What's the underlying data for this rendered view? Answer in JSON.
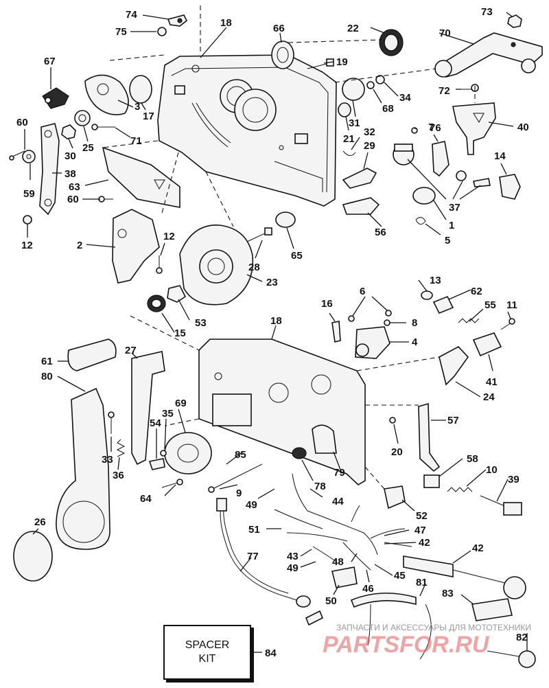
{
  "spacer_kit": {
    "line1": "SPACER",
    "line2": "KIT",
    "callout": "84"
  },
  "watermark": {
    "caption": "ЗАПЧАСТИ И АКСЕССУАРЫ ДЛЯ МОТОТЕХНИКИ",
    "logo": "PARTSFOR.RU"
  },
  "colors": {
    "ink": "#111111",
    "paper": "#ffffff",
    "watermark": "#e05a5a"
  },
  "callouts": {
    "c74": "74",
    "c75": "75",
    "c18a": "18",
    "c66": "66",
    "c22": "22",
    "c73": "73",
    "c70": "70",
    "c67": "67",
    "c19": "19",
    "c34": "34",
    "c68": "68",
    "c72": "72",
    "c17": "17",
    "c3": "3",
    "c60a": "60",
    "c25": "25",
    "c71": "71",
    "c31": "31",
    "c7": "7",
    "c40": "40",
    "c21": "21",
    "c32": "32",
    "c29": "29",
    "c76": "76",
    "c14": "14",
    "c30": "30",
    "c38": "38",
    "c59": "59",
    "c63": "63",
    "c60b": "60",
    "c37": "37",
    "c1": "1",
    "c5": "5",
    "c56": "56",
    "c12a": "12",
    "c2": "2",
    "c12b": "12",
    "c28": "28",
    "c65": "65",
    "c23": "23",
    "c13": "13",
    "c62": "62",
    "c6": "6",
    "c16": "16",
    "c55": "55",
    "c11": "11",
    "c8": "8",
    "c18b": "18",
    "c4": "4",
    "c53": "53",
    "c15": "15",
    "c61": "61",
    "c27": "27",
    "c41": "41",
    "c80": "80",
    "c24": "24",
    "c69": "69",
    "c35": "35",
    "c57": "57",
    "c54": "54",
    "c20": "20",
    "c33": "33",
    "c85": "85",
    "c36": "36",
    "c79": "79",
    "c58": "58",
    "c10": "10",
    "c39": "39",
    "c64": "64",
    "c9": "9",
    "c78": "78",
    "c49a": "49",
    "c44": "44",
    "c52": "52",
    "c26": "26",
    "c51": "51",
    "c47": "47",
    "c42a": "42",
    "c43": "43",
    "c42b": "42",
    "c48": "48",
    "c49b": "49",
    "c45": "45",
    "c46": "46",
    "c77": "77",
    "c81": "81",
    "c83": "83",
    "c50": "50",
    "c82": "82"
  }
}
